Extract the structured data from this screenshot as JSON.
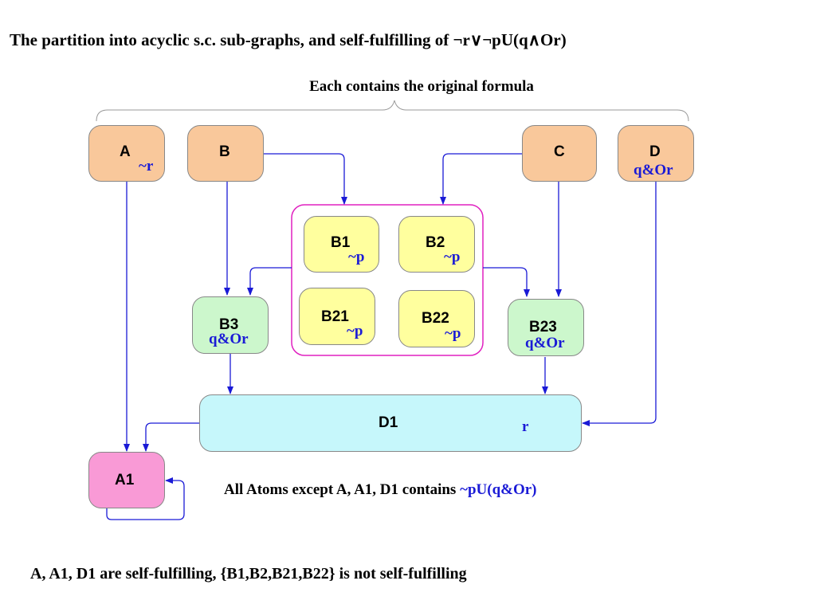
{
  "title": "The partition into acyclic s.c. sub-graphs, and self-fulfilling of ¬r∨¬pU(q∧Or)",
  "subtitle": "Each contains the original formula",
  "nodes": {
    "A": {
      "label": "A",
      "formula": "~r"
    },
    "B": {
      "label": "B"
    },
    "C": {
      "label": "C"
    },
    "D": {
      "label": "D",
      "formula": "q&Or"
    },
    "B1": {
      "label": "B1",
      "formula": "~p"
    },
    "B2": {
      "label": "B2",
      "formula": "~p"
    },
    "B21": {
      "label": "B21",
      "formula": "~p"
    },
    "B22": {
      "label": "B22",
      "formula": "~p"
    },
    "B3": {
      "label": "B3",
      "formula": "q&Or"
    },
    "B23": {
      "label": "B23",
      "formula": "q&Or"
    },
    "D1": {
      "label": "D1",
      "formula": "r"
    },
    "A1": {
      "label": "A1"
    }
  },
  "note": {
    "text": "All Atoms except A, A1, D1 contains ",
    "formula": "~pU(q&Or)"
  },
  "bottom_text": "A, A1, D1 are self-fulfilling, {B1,B2,B21,B22} is not self-fulfilling",
  "colors": {
    "arrow": "#1a1ad6",
    "group_border": "#e020c0",
    "formula": "#1a1ad6"
  }
}
